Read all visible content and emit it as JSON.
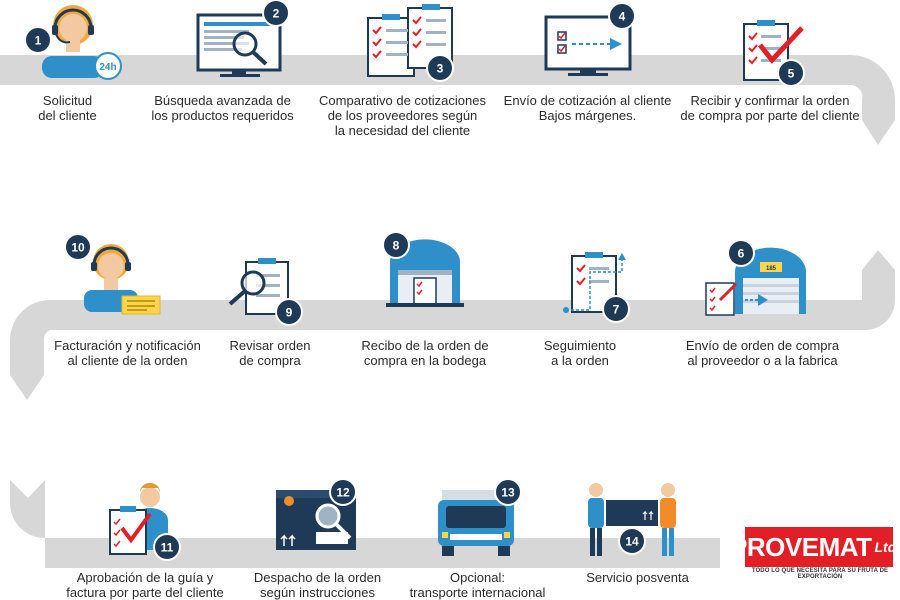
{
  "steps": [
    {
      "num": "1",
      "label": "Solicitud\ndel cliente"
    },
    {
      "num": "2",
      "label": "Búsqueda avanzada de\nlos productos requeridos"
    },
    {
      "num": "3",
      "label": "Comparativo de cotizaciones\nde los proveedores según\nla necesidad del cliente"
    },
    {
      "num": "4",
      "label": "Envío de cotización al cliente\nBajos márgenes."
    },
    {
      "num": "5",
      "label": "Recibir y confirmar la orden\nde compra por parte del cliente"
    },
    {
      "num": "6",
      "label": "Envío de orden de compra\nal proveedor o a la fabrica"
    },
    {
      "num": "7",
      "label": "Seguimiento\na la orden"
    },
    {
      "num": "8",
      "label": "Recibo de la orden de\ncompra en la bodega"
    },
    {
      "num": "9",
      "label": "Revisar orden\nde compra"
    },
    {
      "num": "10",
      "label": "Facturación y notificación\nal cliente de la orden"
    },
    {
      "num": "11",
      "label": "Aprobación de la guía y\nfactura por parte del cliente"
    },
    {
      "num": "12",
      "label": "Despacho de la orden\nsegún instrucciones"
    },
    {
      "num": "13",
      "label": "Opcional:\ntransporte internacional"
    },
    {
      "num": "14",
      "label": "Servicio posventa"
    }
  ],
  "icon_text": {
    "hours": "24h",
    "warehouse_sign": "185"
  },
  "logo": {
    "main": "PROVEMAT",
    "suffix": "Ltda.",
    "tagline": "TODO LO QUE NECESITA PARA SU FRUTA DE EXPORTACIÓN"
  },
  "colors": {
    "path": "#d7d7d7",
    "navy": "#1f3a57",
    "blue": "#2e8fc9",
    "red": "#e21e26",
    "skin": "#f2c9a0",
    "yellow": "#fbd54a"
  }
}
